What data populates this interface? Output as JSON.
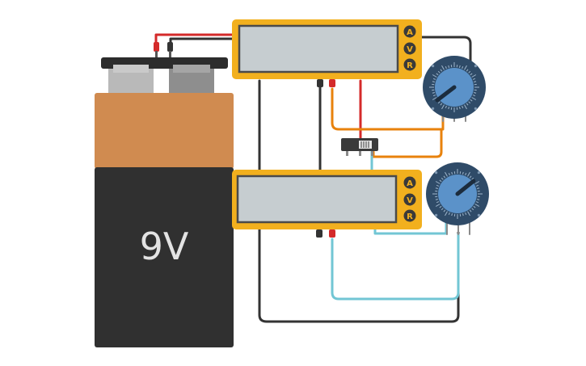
{
  "battery": {
    "label": "9V"
  },
  "multimeters": [
    {
      "id": "top",
      "display_value": "",
      "modes": [
        "A",
        "V",
        "R"
      ]
    },
    {
      "id": "bottom",
      "display_value": "",
      "modes": [
        "A",
        "V",
        "R"
      ]
    }
  ],
  "colors": {
    "wire_black": "#333333",
    "wire_red": "#d42a2a",
    "wire_orange": "#e8820c",
    "wire_cyan": "#72c6d4",
    "multimeter_body": "#f2b01e",
    "display": "#c6cdd0",
    "battery_top": "#d08b50",
    "battery_body": "#303030",
    "knob": "#5b92c9"
  }
}
